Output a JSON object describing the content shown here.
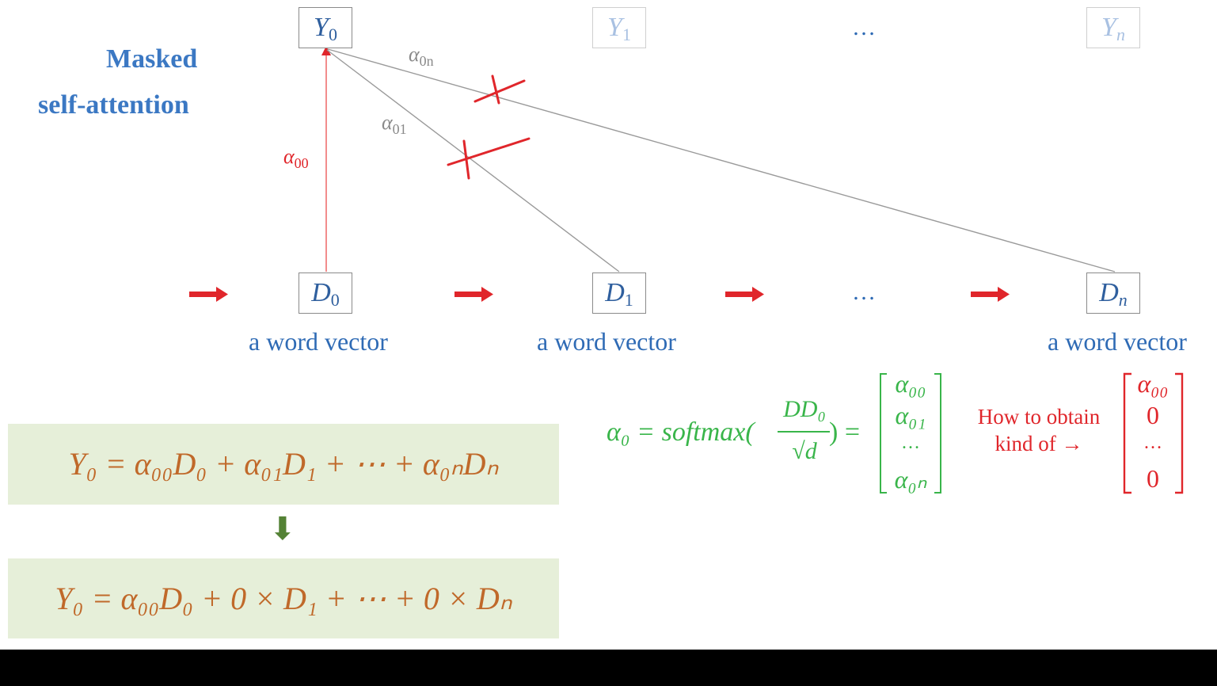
{
  "heading": {
    "line1": "Masked",
    "line2": "self-attention"
  },
  "outputs": [
    {
      "sym": "Y",
      "sub": "0"
    },
    {
      "sym": "Y",
      "sub": "1"
    },
    {
      "sym": "Y",
      "sub": "n"
    }
  ],
  "inputs": [
    {
      "sym": "D",
      "sub": "0"
    },
    {
      "sym": "D",
      "sub": "1"
    },
    {
      "sym": "D",
      "sub": "n"
    }
  ],
  "ellipsis": "…",
  "captions": [
    "a word vector",
    "a word vector",
    "a word vector"
  ],
  "attention_labels": {
    "a00": {
      "sym": "α",
      "sub": "00"
    },
    "a01": {
      "sym": "α",
      "sub": "01"
    },
    "a0n": {
      "sym": "α",
      "sub": "0n"
    }
  },
  "equations": {
    "full": "Y₀ = α₀₀D₀ + α₀₁D₁ + ⋯ + α₀ₙDₙ",
    "masked": "Y₀ = α₀₀D₀ + 0 × D₁ + ⋯ + 0 × Dₙ",
    "down_arrow": "⬇"
  },
  "softmax": {
    "lhs": "α₀ = softmax(",
    "numerator": "DD₀",
    "denominator": "√d",
    "rhs": ") =",
    "vector": [
      "α₀₀",
      "α₀₁",
      "…",
      "α₀ₙ"
    ]
  },
  "question": {
    "line1": "How to obtain",
    "line2": "kind of →"
  },
  "target_vector": [
    "α₀₀",
    "0",
    "…",
    "0"
  ],
  "colors": {
    "title": "#3b78c3",
    "red": "#e0262b",
    "green": "#39b54a",
    "equation_text": "#c0692a",
    "equation_bg": "#e6efd9"
  }
}
